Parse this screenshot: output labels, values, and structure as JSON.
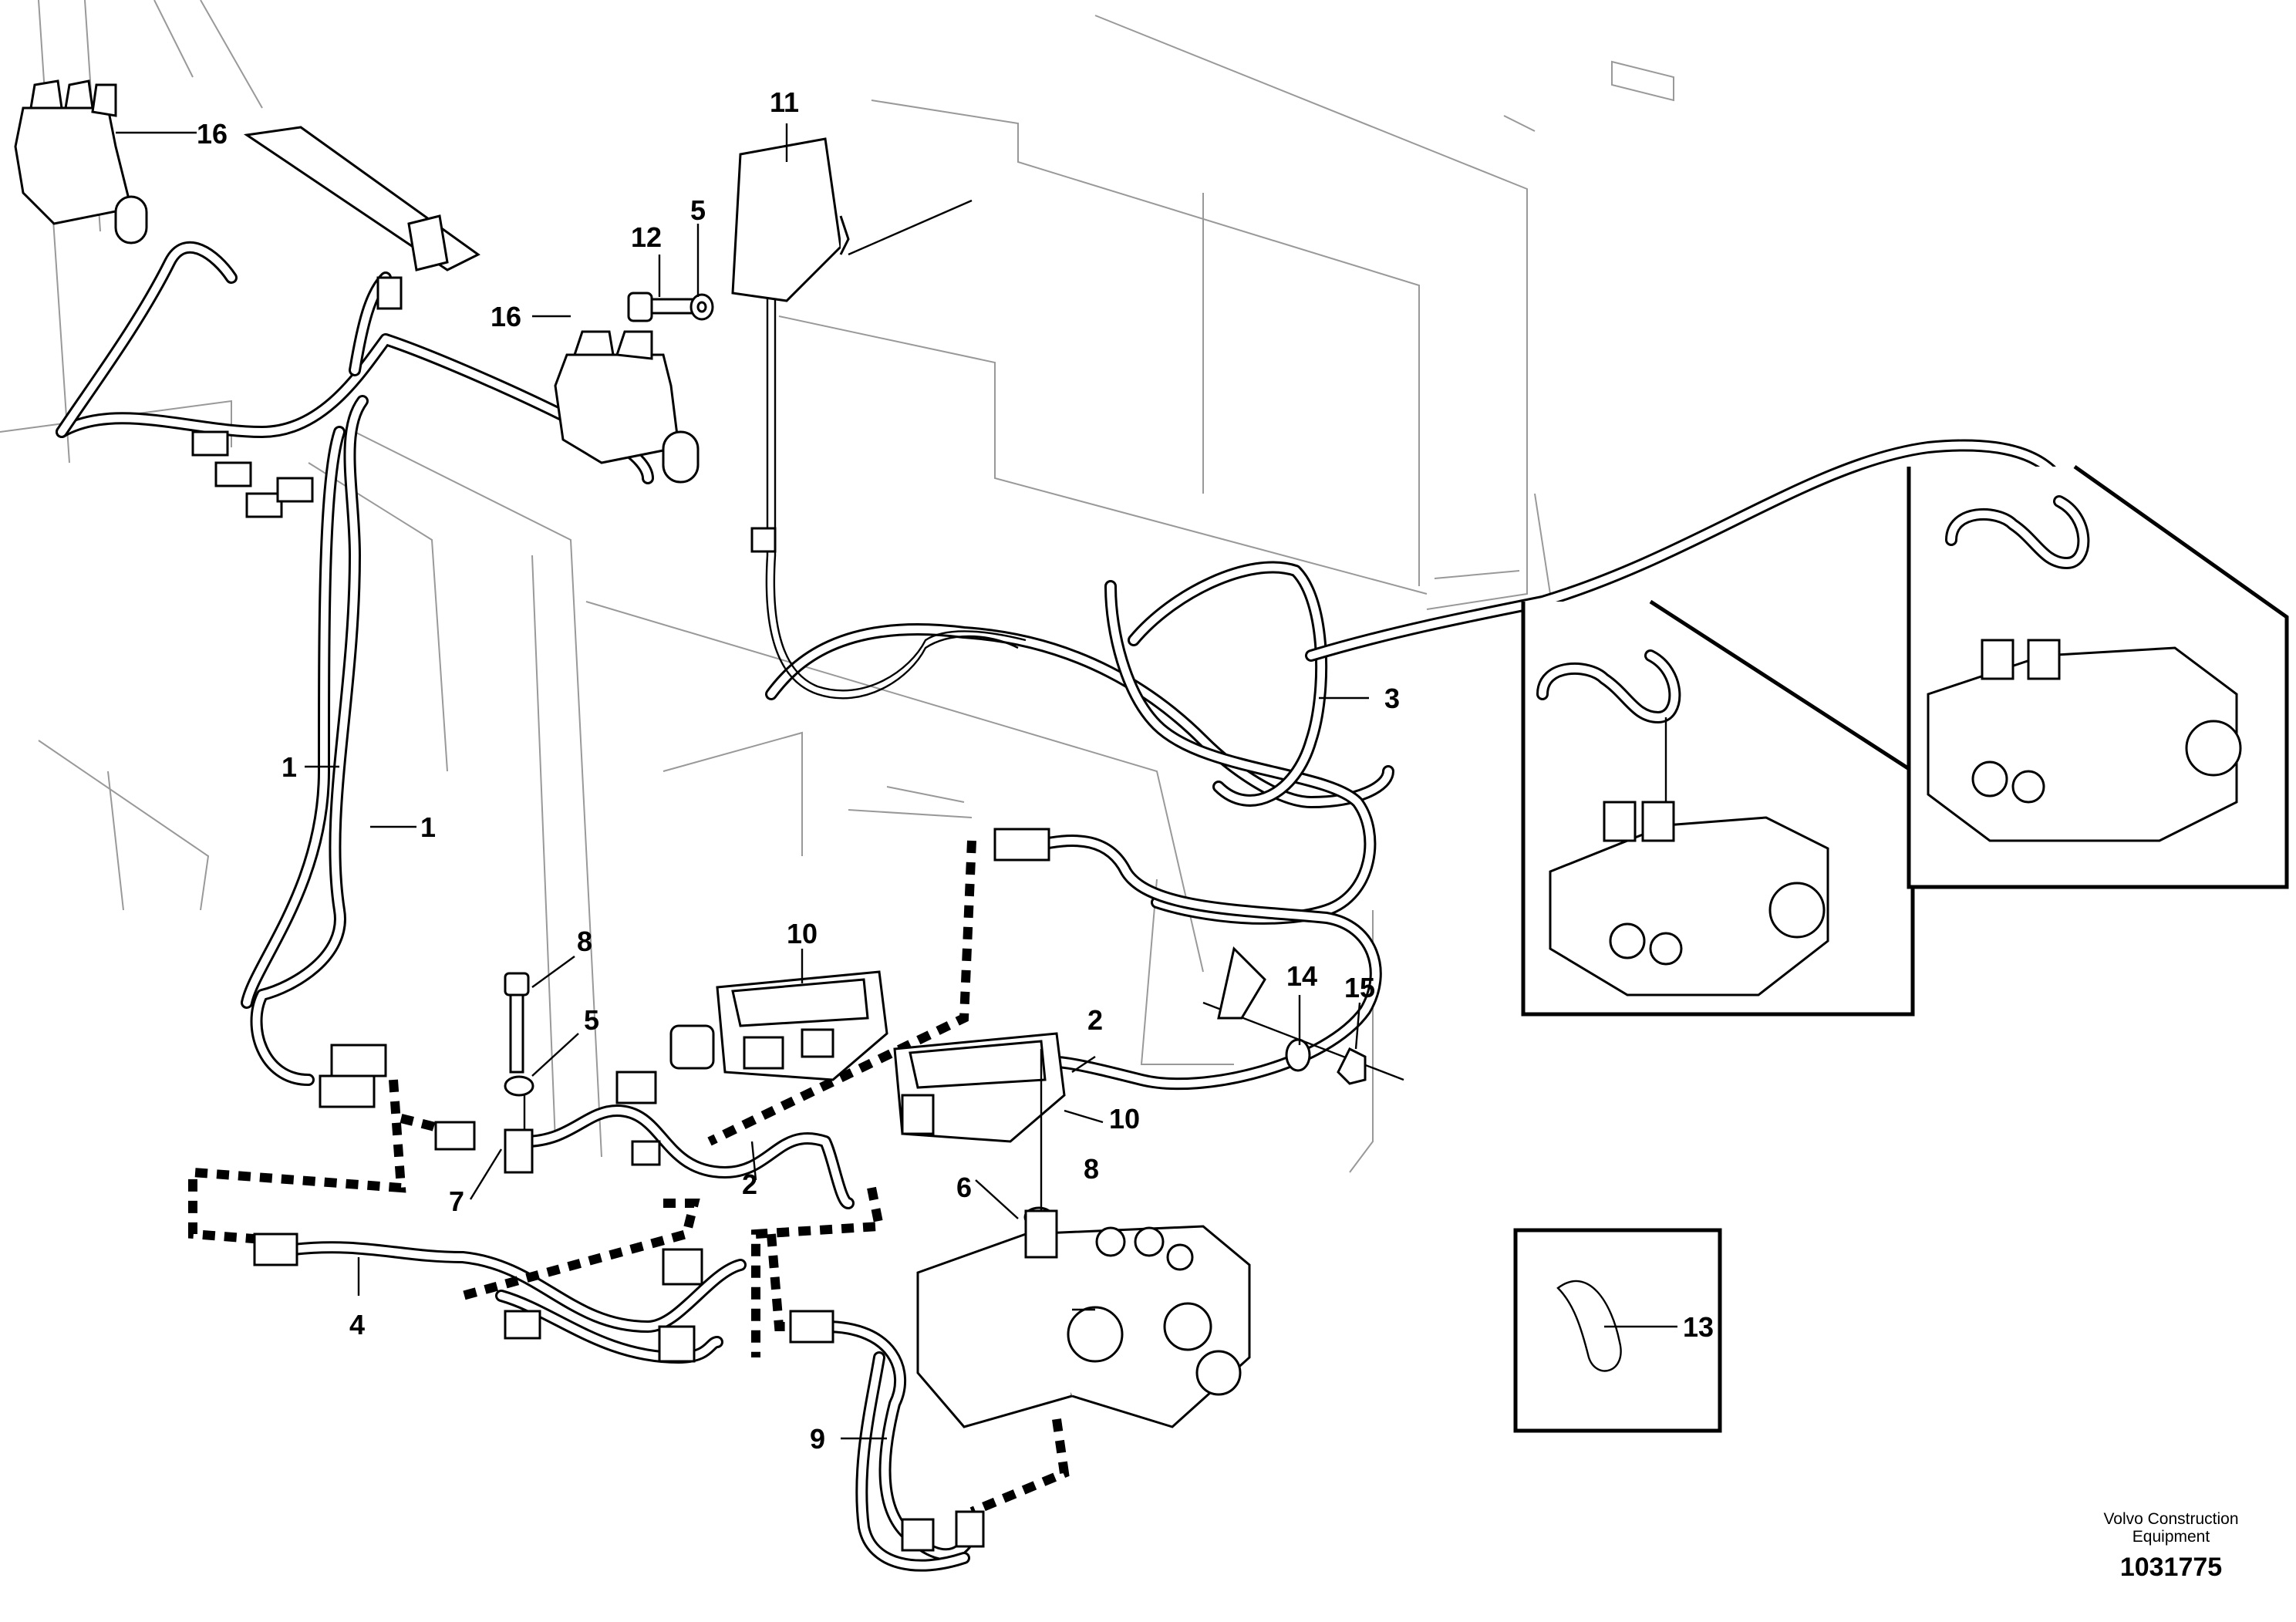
{
  "callouts": {
    "c1a": "1",
    "c1b": "1",
    "c2a": "2",
    "c2b": "2",
    "c3": "3",
    "c4": "4",
    "c5a": "5",
    "c5b": "5",
    "c6": "6",
    "c7": "7",
    "c8a": "8",
    "c8b": "8",
    "c9": "9",
    "c10a": "10",
    "c10b": "10",
    "c11": "11",
    "c12": "12",
    "c13": "13",
    "c14": "14",
    "c15": "15",
    "c16a": "16",
    "c16b": "16"
  },
  "footer": {
    "brand_line1": "Volvo Construction",
    "brand_line2": "Equipment",
    "part_number": "1031775"
  }
}
